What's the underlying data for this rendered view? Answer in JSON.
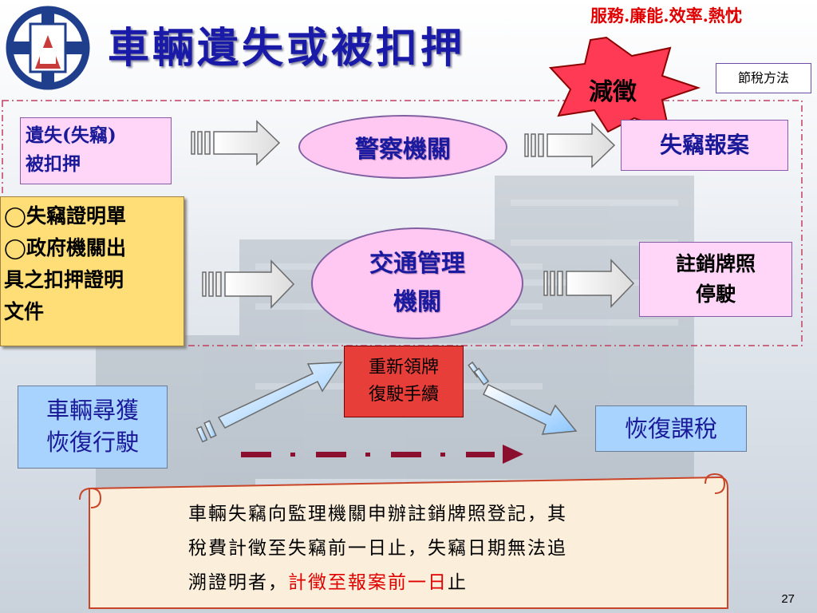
{
  "header": {
    "title": "車輛遺失或被扣押",
    "slogan": "服務.廉能.效率.熱忱",
    "tag": "節稅方法",
    "burst_label": "減徵"
  },
  "flow_row1": {
    "source": [
      "遺失(失竊)",
      "被扣押"
    ],
    "agency": "警察機關",
    "result": "失竊報案"
  },
  "flow_row2": {
    "note": [
      "◯失竊證明單",
      "◯政府機關出",
      "具之扣押證明",
      "文件"
    ],
    "agency": [
      "交通管理",
      "機關"
    ],
    "result": [
      "註銷牌照",
      "停駛"
    ]
  },
  "recovery": {
    "found": [
      "車輛尋獲",
      "恢復行駛"
    ],
    "procedure": [
      "重新領牌",
      "復駛手續"
    ],
    "resume": "恢復課稅"
  },
  "scroll_note": {
    "line1": "車輛失竊向監理機關申辦註銷牌照登記，其",
    "line2": "稅費計徵至失竊前一日止，失竊日期無法追",
    "line3_a": "溯證明者，",
    "line3_b": "計徵至報案前一日",
    "line3_c": "止"
  },
  "page_number": "27",
  "colors": {
    "title": "#1a1aa8",
    "accent_red": "#e00000",
    "oval_fill": "#ffc8f3",
    "box_pink": "#ffd6f7",
    "note_yellow": "#ffdd77",
    "box_blue": "#a9d3ff"
  }
}
